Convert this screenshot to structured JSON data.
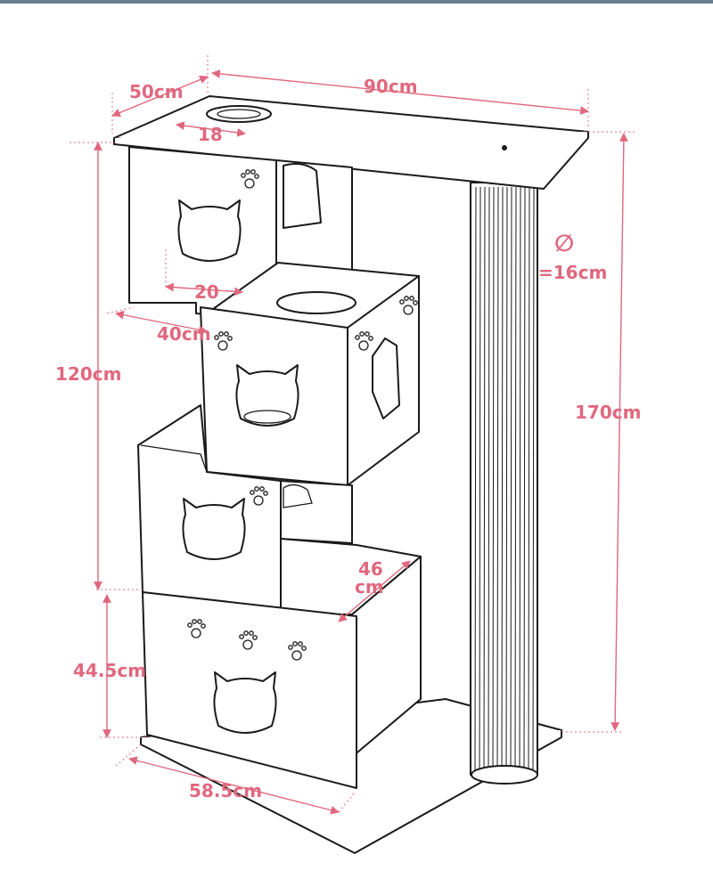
{
  "colors": {
    "dimension": "#e0687e",
    "outline": "#1a1a1a",
    "background": "#ffffff"
  },
  "labels": {
    "depth_top": "50cm",
    "width_top": "90cm",
    "hole_top": "18",
    "post_diameter_symbol": "∅",
    "post_diameter": "=16cm",
    "upper_hole": "20",
    "upper_width": "40cm",
    "height_body": "120cm",
    "height_total": "170cm",
    "ledge_depth_a": "46",
    "ledge_depth_b": "cm",
    "base_box_height": "44.5cm",
    "base_width": "58.5cm"
  }
}
